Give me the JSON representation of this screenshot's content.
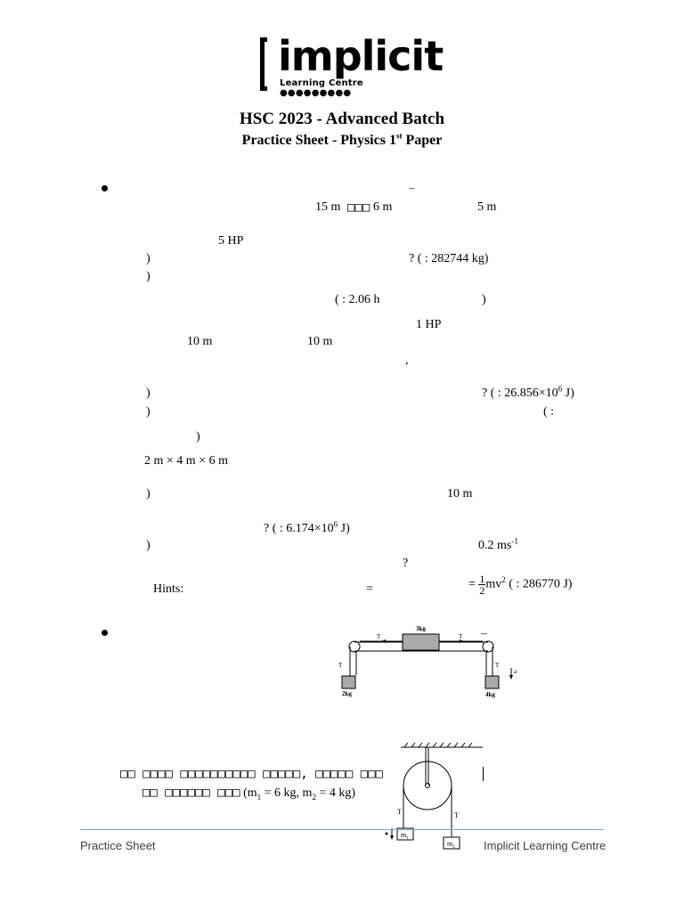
{
  "logo": {
    "word": "implicit",
    "subtitle": "Learning Centre ●●●●●●●●●"
  },
  "header": {
    "title": "HSC 2023 - Advanced Batch",
    "subtitle_pre": "Practice Sheet - Physics 1",
    "subtitle_sup": "st",
    "subtitle_post": " Paper"
  },
  "q1": {
    "dash": "–",
    "l1a": "15 m",
    "l1b": "6 m",
    "l1c": "5 m",
    "l2": "5 HP",
    "l3a": ")",
    "l3b": "? (   : 282744 kg)",
    "l4": ")",
    "l5a": "(   : 2.06 h",
    "l5b": ")",
    "l6": "1 HP",
    "l7a": "10 m",
    "l7b": "10 m",
    "l8": ",",
    "l9a": ")",
    "l9b_pre": "? (   : 26.856×10",
    "l9b_sup": "6",
    "l9b_post": " J)",
    "l10a": ")",
    "l10b": "(   :",
    "l11": ")",
    "l12": "2 m × 4 m × 6 m",
    "l13a": ")",
    "l13b": "10 m",
    "l14_pre": "? (   : 6.174×10",
    "l14_sup": "6",
    "l14_post": " J)",
    "l15a": ")",
    "l15b_pre": "0.2 ms",
    "l15b_sup": "-1",
    "l16": "?",
    "hints": "Hints:",
    "eq1": "=",
    "eq2": "=",
    "frac_num": "1",
    "frac_den": "2",
    "mv": "mv",
    "mv_sup": "2",
    "ans": " (   : 286770 J)"
  },
  "q2": {
    "dash": "–",
    "fig_mass_top": "3kg",
    "fig_t1": "T",
    "fig_t2": "T",
    "fig_mass_left": "2kg",
    "fig_mass_right": "4kg",
    "fig_a": "a"
  },
  "q3": {
    "line1": "□□ □□□□ □□□□□□□□□□ □□□□□, □□□□□ □□□ □",
    "line2_bn": "□□ □□□□□□ □□□",
    "line2_tail_pre": " (m",
    "m1sub": "1",
    "mid": " = 6 kg, m",
    "m2sub": "2",
    "end": " = 4 kg)",
    "fig_t": "T",
    "fig_m1": "m",
    "fig_m2": "m"
  },
  "footer": {
    "left": "Practice Sheet",
    "right": "Implicit Learning Centre"
  }
}
